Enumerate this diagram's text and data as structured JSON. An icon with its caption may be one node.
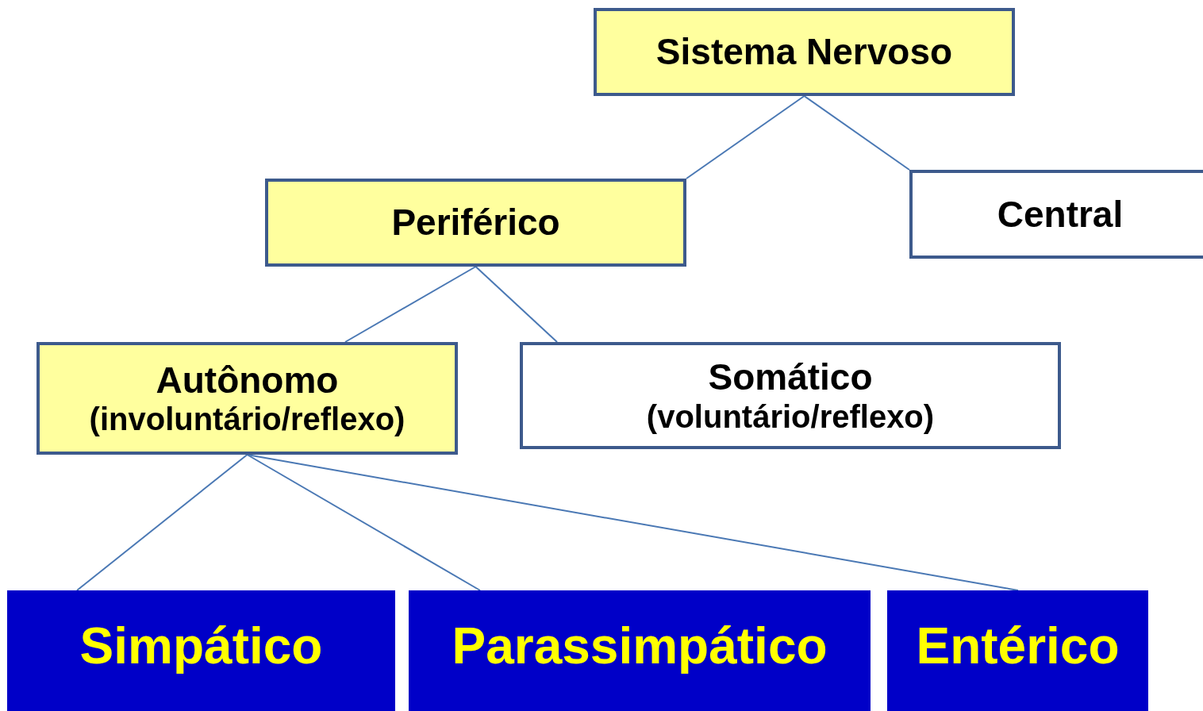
{
  "diagram": {
    "nodes": [
      {
        "text": [
          "Sistema Nervoso"
        ]
      },
      {
        "text": [
          "Periférico"
        ]
      },
      {
        "text": [
          "Central"
        ]
      },
      {
        "text": [
          "Autônomo",
          "(involuntário/reflexo)"
        ]
      },
      {
        "text": [
          "Somático",
          "(voluntário/reflexo)"
        ]
      },
      {
        "text": [
          "Simpático"
        ]
      },
      {
        "text": [
          "Parassimpático"
        ]
      },
      {
        "text": [
          "Entérico"
        ]
      }
    ],
    "edges": [
      {
        "from": 0,
        "to": 1,
        "arrow": "none"
      },
      {
        "from": 0,
        "to": 2,
        "arrow": "none"
      },
      {
        "from": 1,
        "to": 3,
        "arrow": "none"
      },
      {
        "from": 1,
        "to": 4,
        "arrow": "none"
      },
      {
        "from": 3,
        "to": 5,
        "arrow": "none"
      },
      {
        "from": 3,
        "to": 6,
        "arrow": "none"
      },
      {
        "from": 3,
        "to": 7,
        "arrow": "none"
      }
    ]
  }
}
